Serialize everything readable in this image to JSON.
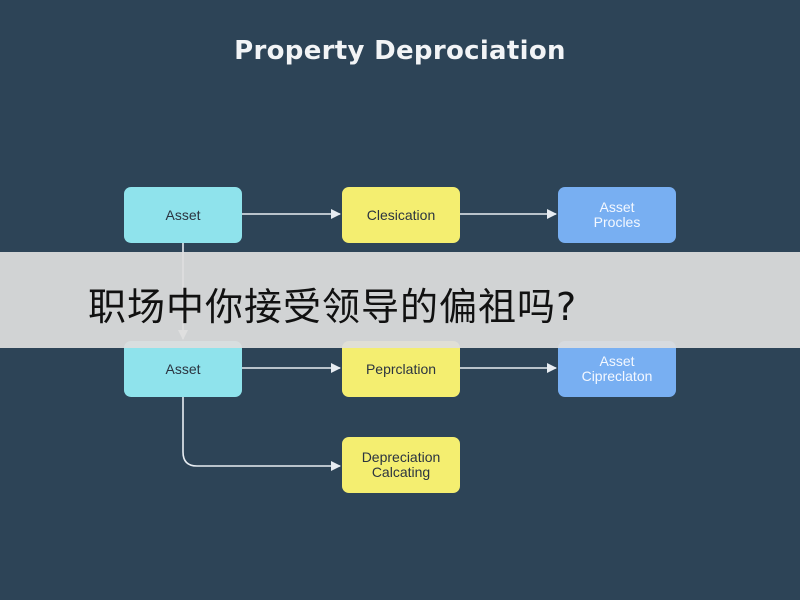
{
  "title": "Property Deprociation",
  "nodes": {
    "asset_top": [
      "Asset"
    ],
    "classification": [
      "Clesication"
    ],
    "asset_process": [
      "Asset",
      "Procles"
    ],
    "asset_bottom": [
      "Asset"
    ],
    "preparation": [
      "Peprclation"
    ],
    "asset_depreciation": [
      "Asset",
      "Cipreclaton"
    ],
    "depreciation_calc": [
      "Depreciation",
      "Calcating"
    ]
  },
  "overlay_caption": "职场中你接受领导的偏祖吗?",
  "colors": {
    "background": "#2d4457",
    "cyan_node": "#8fe3ec",
    "yellow_node": "#f4ee70",
    "blue_node": "#78aff2",
    "banner": "#dedede"
  }
}
